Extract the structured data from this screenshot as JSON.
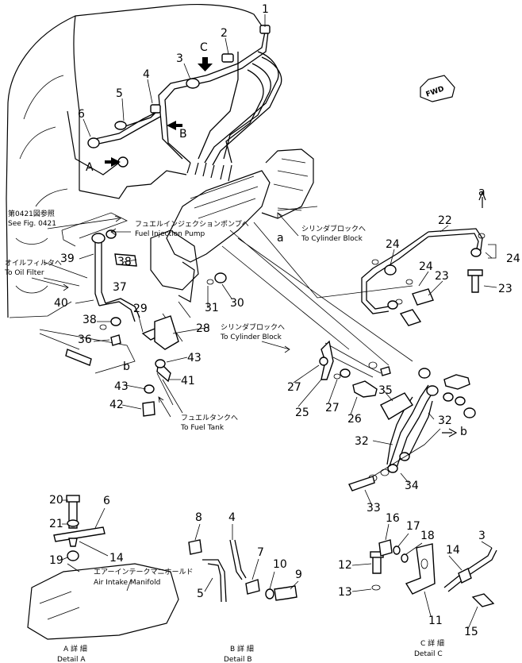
{
  "part_numbers": {
    "p1": "1",
    "p2": "2",
    "p3": "3",
    "p4": "4",
    "p5": "5",
    "p6": "6",
    "p22": "22",
    "p23": "23",
    "p24": "24",
    "p25": "25",
    "p26": "26",
    "p27": "27",
    "p28": "28",
    "p29": "29",
    "p30": "30",
    "p31": "31",
    "p32": "32",
    "p33": "33",
    "p34": "34",
    "p35": "35",
    "p36": "36",
    "p37": "37",
    "p38": "38",
    "p39": "39",
    "p40": "40",
    "p41": "41",
    "p42": "42",
    "p43": "43",
    "p7": "7",
    "p8": "8",
    "p9": "9",
    "p10": "10",
    "p11": "11",
    "p12": "12",
    "p13": "13",
    "p14": "14",
    "p15": "15",
    "p16": "16",
    "p17": "17",
    "p18": "18",
    "p19": "19",
    "p20": "20",
    "p21": "21"
  },
  "view_markers": {
    "a": "a",
    "b": "b",
    "A": "A",
    "B": "B",
    "C": "C",
    "fwd": "FWD"
  },
  "notes": {
    "see_fig_jp": "第0421図参照",
    "see_fig_en": "See Fig. 0421",
    "fuel_pump_jp": "フュエルインジェクションポンプへ",
    "fuel_pump_en": "Fuel Injection Pump",
    "oil_filter_jp": "オイルフィルタへ",
    "oil_filter_en": "To Oil Filter",
    "cyl_block_jp": "シリンダブロックへ",
    "cyl_block_en": "To Cylinder Block",
    "fuel_tank_jp": "フュエルタンクへ",
    "fuel_tank_en": "To Fuel Tank",
    "air_intake_jp": "エアーインテークマニホールド",
    "air_intake_en": "Air Intake Manifold"
  },
  "details": {
    "a_jp": "A 詳 細",
    "a_en": "Detail A",
    "b_jp": "B 詳 細",
    "b_en": "Detail B",
    "c_jp": "C 詳 細",
    "c_en": "Detail C"
  }
}
